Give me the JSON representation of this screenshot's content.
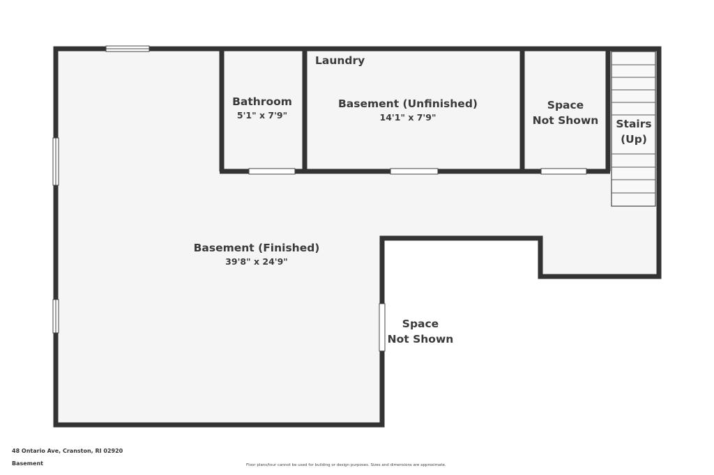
{
  "rooms": {
    "laundry": {
      "name": "Laundry"
    },
    "bathroom": {
      "name": "Bathroom",
      "dimensions": "5'1\" x 7'9\""
    },
    "basement_unfinished": {
      "name": "Basement (Unfinished)",
      "dimensions": "14'1\" x 7'9\""
    },
    "space_not_shown_top": {
      "line1": "Space",
      "line2": "Not Shown"
    },
    "stairs": {
      "line1": "Stairs",
      "line2": "(Up)"
    },
    "basement_finished": {
      "name": "Basement (Finished)",
      "dimensions": "39'8\" x 24'9\""
    },
    "space_not_shown_bottom": {
      "line1": "Space",
      "line2": "Not Shown"
    }
  },
  "footer": {
    "address": "48 Ontario Ave, Cranston, RI 02920",
    "floor": "Basement",
    "disclaimer": "Floor plans/tour cannot be used for building or design purposes. Sizes and dimensions are approximate."
  },
  "colors": {
    "wall": "#333333",
    "floor": "#f5f5f5",
    "window": "#ffffff",
    "text": "#3a3a3a"
  }
}
